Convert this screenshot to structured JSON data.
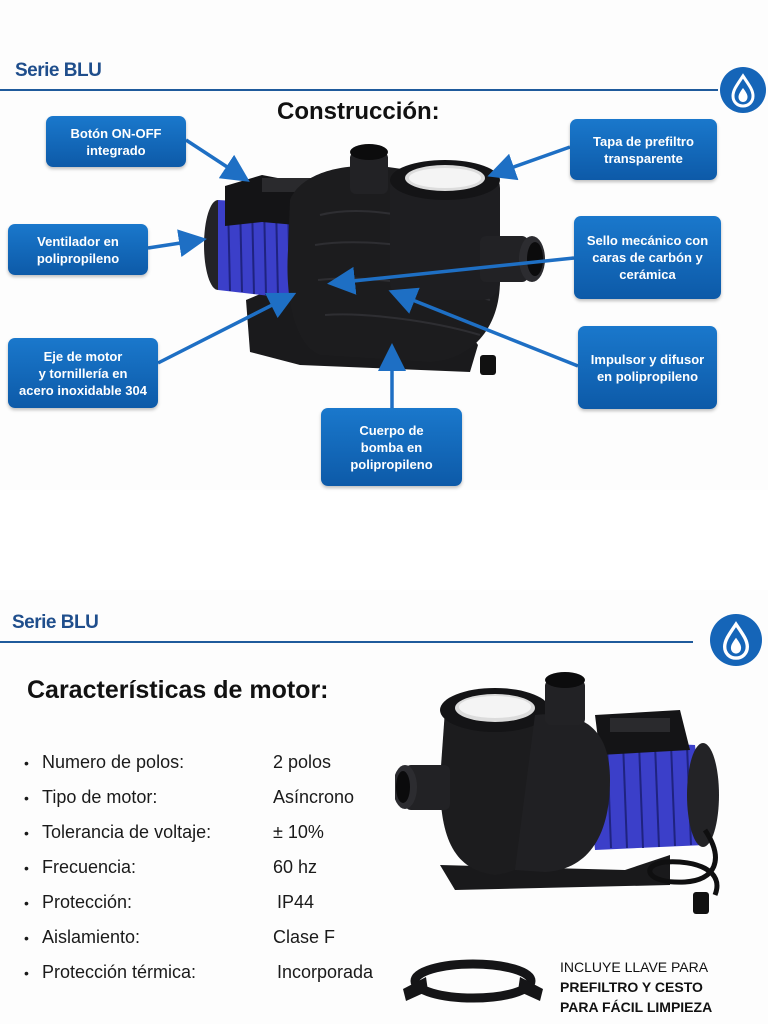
{
  "slide1": {
    "series_label": "Serie BLU",
    "title": "Construcción:",
    "callouts": {
      "onoff": "Botón ON-OFF\nintegrado",
      "fan": "Ventilador en\npolipropileno",
      "shaft": "Eje de motor\ny tornillería en\nacero inoxidable 304",
      "body": "Cuerpo de\nbomba en\npolipropileno",
      "lid": "Tapa de prefiltro\ntransparente",
      "seal": "Sello mecánico con\ncaras de carbón y\ncerámica",
      "impeller": "Impulsor y difusor\nen polipropileno"
    }
  },
  "slide2": {
    "series_label": "Serie BLU",
    "title": "Características de motor:",
    "specs": [
      {
        "label": "Numero de polos:",
        "value": "2 polos"
      },
      {
        "label": "Tipo de motor:",
        "value": "Asíncrono"
      },
      {
        "label": "Tolerancia de voltaje:",
        "value": "± 10%"
      },
      {
        "label": "Frecuencia:",
        "value": "60 hz"
      },
      {
        "label": "Protección:",
        "value": "IP44"
      },
      {
        "label": "Aislamiento:",
        "value": "Clase F"
      },
      {
        "label": "Protección térmica:",
        "value": "Incorporada"
      }
    ],
    "note": {
      "line1": "INCLUYE LLAVE PARA",
      "line2": "PREFILTRO Y CESTO",
      "line3": "PARA FÁCIL LIMPIEZA"
    }
  },
  "colors": {
    "brand_blue": "#1565b8",
    "callout_blue": "#1a78cc",
    "motor_blue": "#3b3fc9",
    "pump_black": "#1c1c1e"
  },
  "icons": [
    "water-drop-logo-icon",
    "pump-image",
    "wrench-key-image"
  ]
}
